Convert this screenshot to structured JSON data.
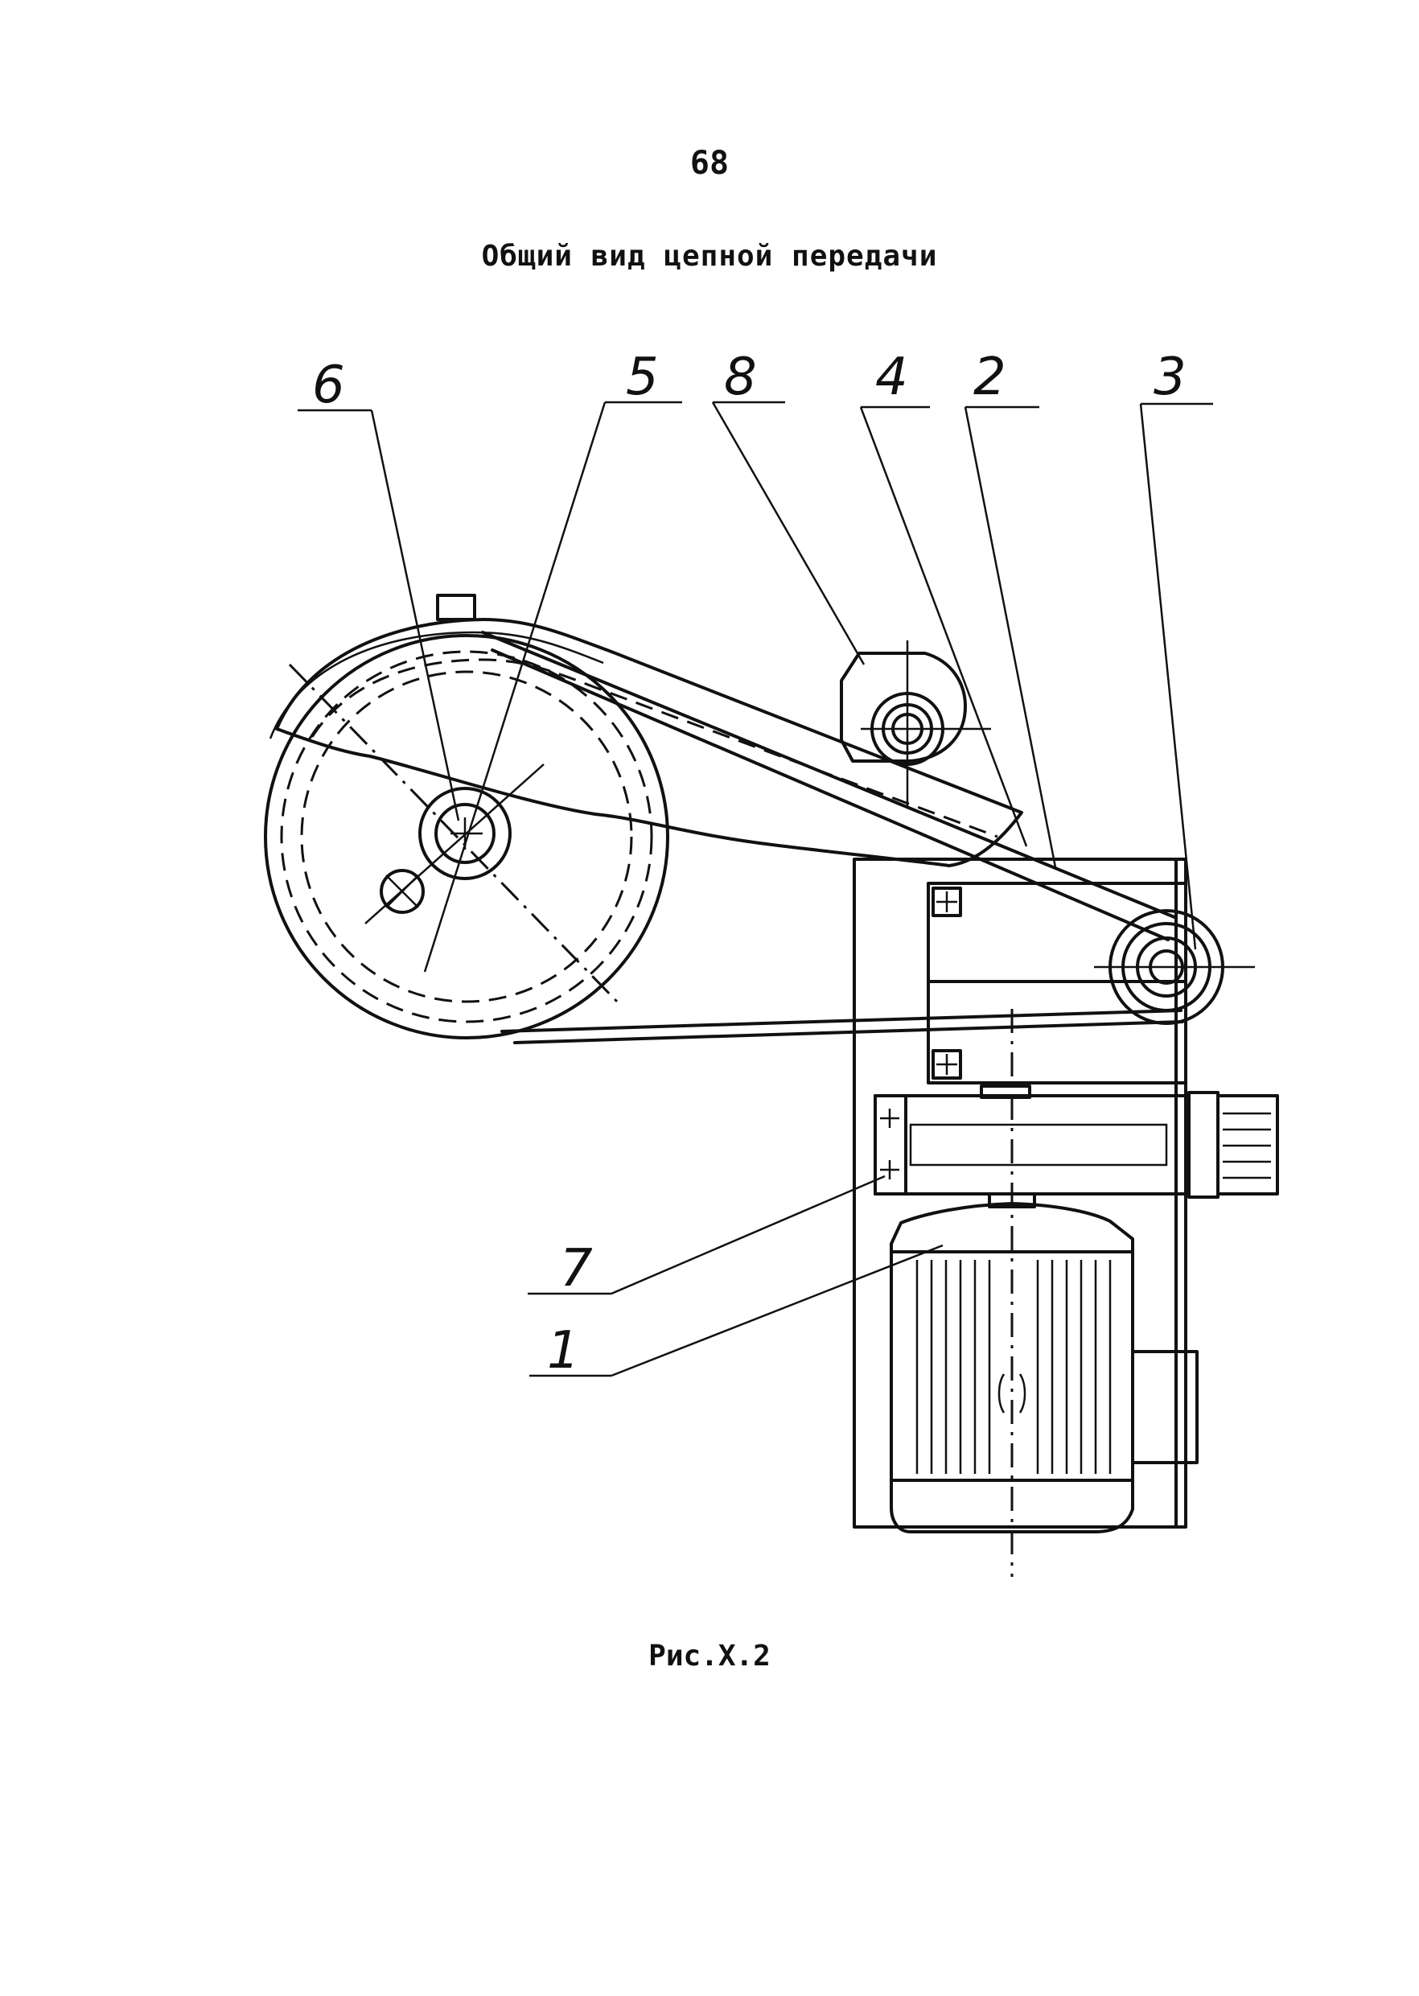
{
  "page": {
    "number": "68",
    "title": "Общий вид цепной передачи",
    "caption": "Рис.Х.2"
  },
  "callouts": {
    "c1": "1",
    "c2": "2",
    "c3": "3",
    "c4": "4",
    "c5": "5",
    "c6": "6",
    "c7": "7",
    "c8": "8"
  }
}
